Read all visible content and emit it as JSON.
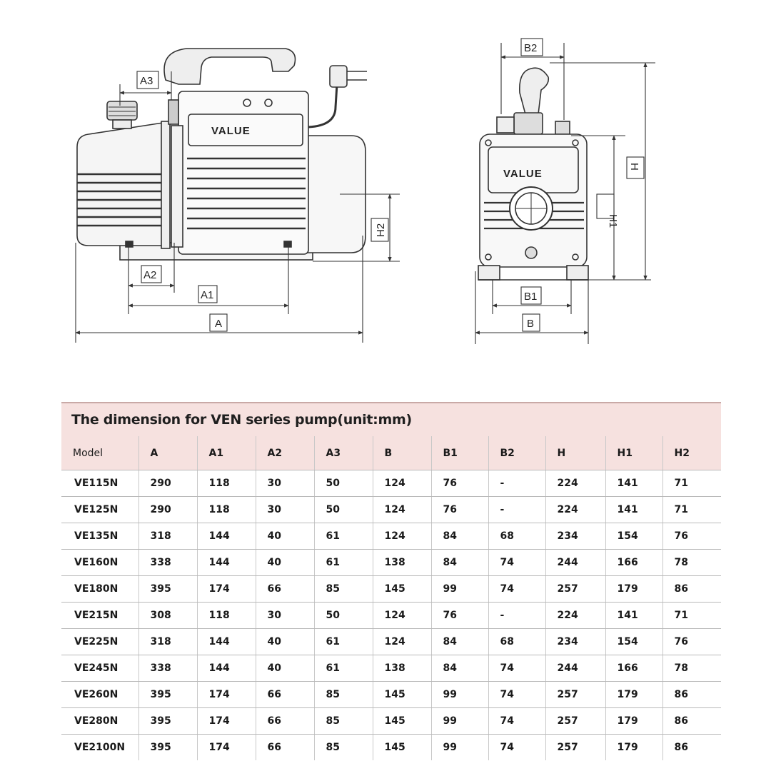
{
  "brand": "VALUE",
  "colors": {
    "header_bg": "#f6e1df",
    "line": "#333333",
    "text": "#1a1a1a"
  },
  "dimension_labels": {
    "a": "A",
    "a1": "A1",
    "a2": "A2",
    "a3": "A3",
    "b": "B",
    "b1": "B1",
    "b2": "B2",
    "h": "H",
    "h1": "H1",
    "h2": "H2"
  },
  "spec_table": {
    "title": "The dimension for VEN series pump(unit:mm)",
    "columns": [
      "Model",
      "A",
      "A1",
      "A2",
      "A3",
      "B",
      "B1",
      "B2",
      "H",
      "H1",
      "H2"
    ],
    "rows": [
      [
        "VE115N",
        "290",
        "118",
        "30",
        "50",
        "124",
        "76",
        "-",
        "224",
        "141",
        "71"
      ],
      [
        "VE125N",
        "290",
        "118",
        "30",
        "50",
        "124",
        "76",
        "-",
        "224",
        "141",
        "71"
      ],
      [
        "VE135N",
        "318",
        "144",
        "40",
        "61",
        "124",
        "84",
        "68",
        "234",
        "154",
        "76"
      ],
      [
        "VE160N",
        "338",
        "144",
        "40",
        "61",
        "138",
        "84",
        "74",
        "244",
        "166",
        "78"
      ],
      [
        "VE180N",
        "395",
        "174",
        "66",
        "85",
        "145",
        "99",
        "74",
        "257",
        "179",
        "86"
      ],
      [
        "VE215N",
        "308",
        "118",
        "30",
        "50",
        "124",
        "76",
        "-",
        "224",
        "141",
        "71"
      ],
      [
        "VE225N",
        "318",
        "144",
        "40",
        "61",
        "124",
        "84",
        "68",
        "234",
        "154",
        "76"
      ],
      [
        "VE245N",
        "338",
        "144",
        "40",
        "61",
        "138",
        "84",
        "74",
        "244",
        "166",
        "78"
      ],
      [
        "VE260N",
        "395",
        "174",
        "66",
        "85",
        "145",
        "99",
        "74",
        "257",
        "179",
        "86"
      ],
      [
        "VE280N",
        "395",
        "174",
        "66",
        "85",
        "145",
        "99",
        "74",
        "257",
        "179",
        "86"
      ],
      [
        "VE2100N",
        "395",
        "174",
        "66",
        "85",
        "145",
        "99",
        "74",
        "257",
        "179",
        "86"
      ]
    ]
  }
}
